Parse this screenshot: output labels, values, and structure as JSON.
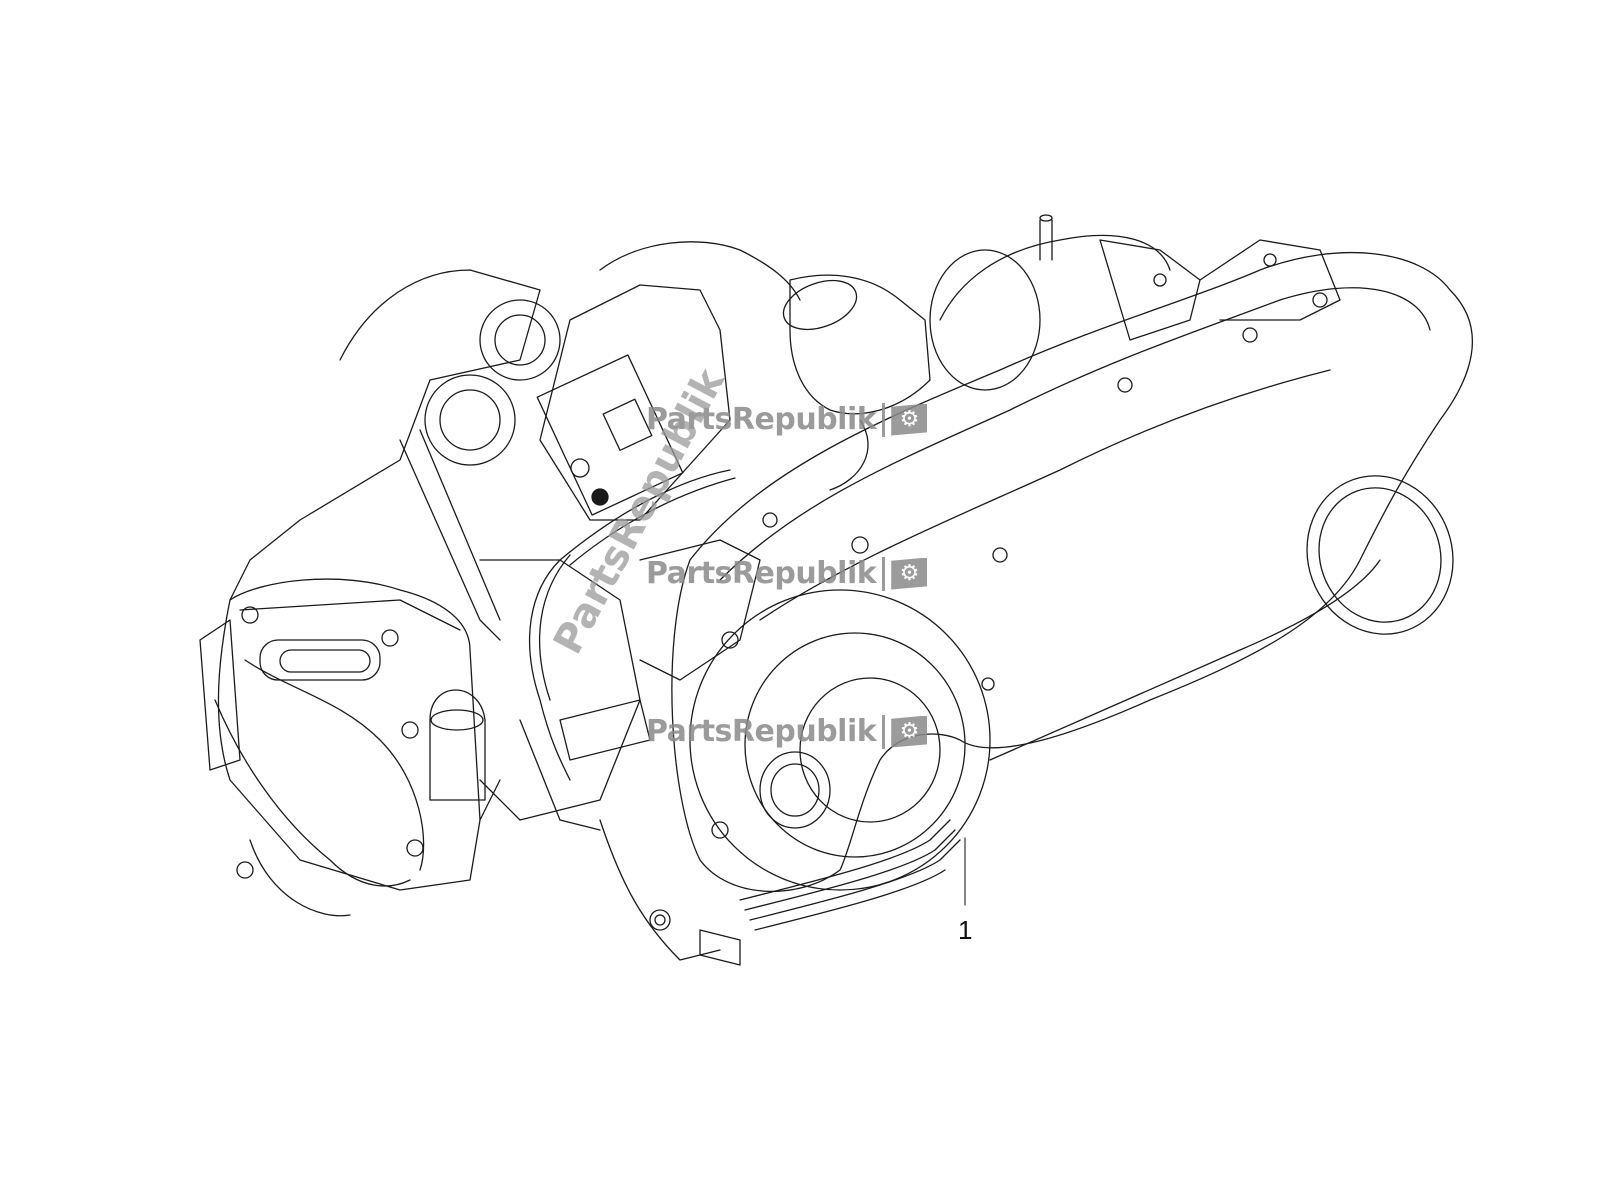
{
  "diagram": {
    "subject": "engine assembly line drawing",
    "callouts": [
      {
        "label": "1",
        "target": "engine-assembly"
      }
    ]
  },
  "watermarks": [
    {
      "text": "PartsRepublik",
      "icon": "gear-icon"
    },
    {
      "text": "PartsRepublik",
      "icon": "gear-icon"
    },
    {
      "text": "PartsRepublik",
      "icon": "gear-icon"
    }
  ],
  "diagonal_watermark": {
    "text": "PartsRepublik"
  },
  "colors": {
    "line": "#1a1a1a",
    "watermark": "#8a8a8a",
    "background": "#ffffff"
  }
}
